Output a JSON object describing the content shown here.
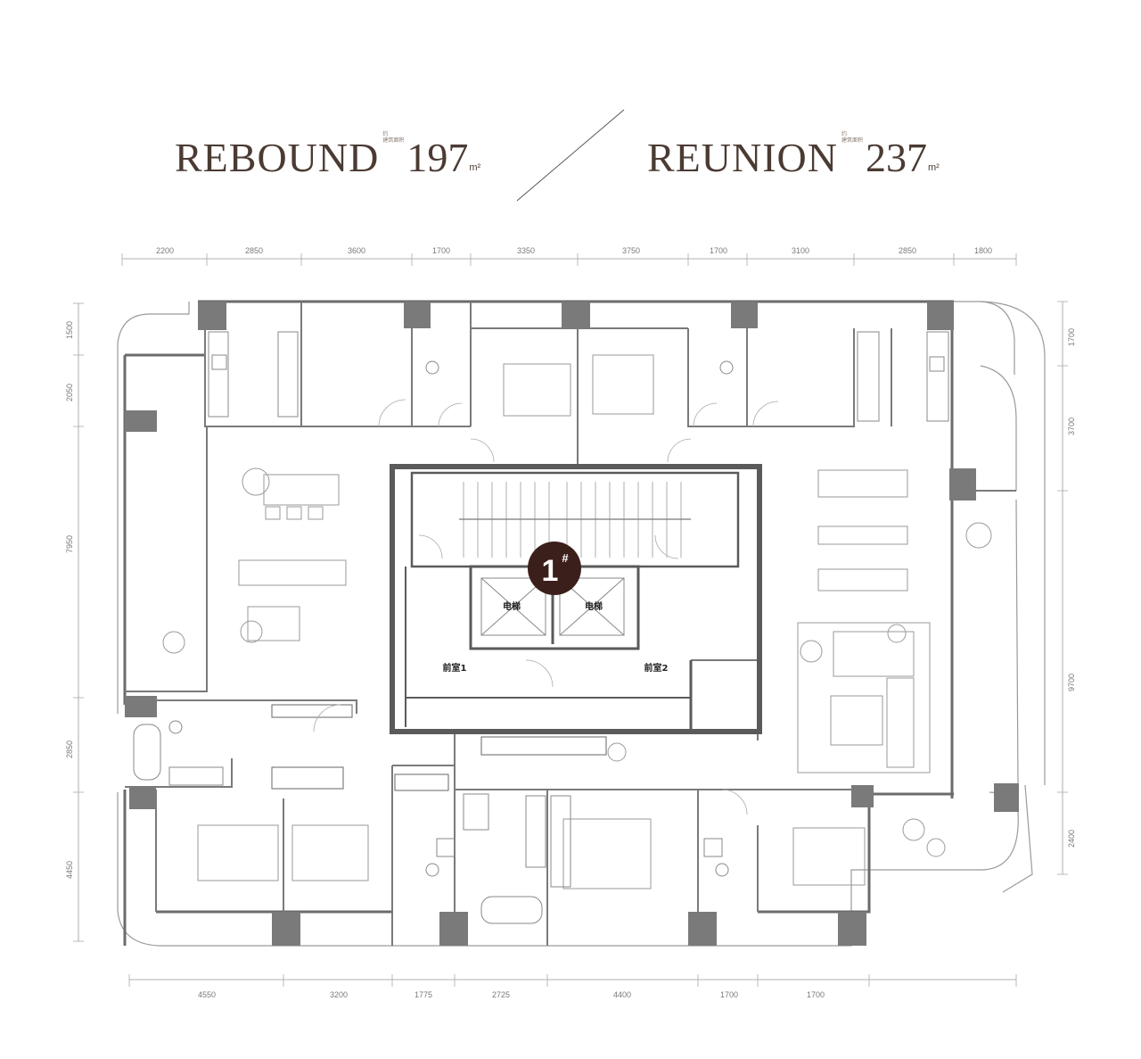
{
  "headings": {
    "left": {
      "name": "REBOUND",
      "small_top": "约",
      "small_bottom": "建筑面积",
      "area": "197",
      "unit": "m²"
    },
    "right": {
      "name": "REUNION",
      "small_top": "约",
      "small_bottom": "建筑面积",
      "area": "237",
      "unit": "m²"
    }
  },
  "dimensions": {
    "top": [
      "2200",
      "2850",
      "3600",
      "1700",
      "3350",
      "3750",
      "1700",
      "3100",
      "2850",
      "1800"
    ],
    "bottom": [
      "4550",
      "3200",
      "1775",
      "2725",
      "4400",
      "1700",
      "1700"
    ],
    "left": [
      "1500",
      "2050",
      "7950",
      "2850",
      "4450"
    ],
    "right": [
      "1700",
      "3700",
      "9700",
      "2400"
    ]
  },
  "core": {
    "building_tag": "1",
    "building_tag_mark": "#",
    "elevator_1": "电梯",
    "elevator_2": "电梯",
    "lobby_1": "前室1",
    "lobby_2": "前室2"
  },
  "colors": {
    "wall": "#6b6b6b",
    "column": "#7a7a7a",
    "core_wall": "#5a5a5a",
    "tag": "#3b1f1b",
    "heading": "#4b3b33"
  }
}
